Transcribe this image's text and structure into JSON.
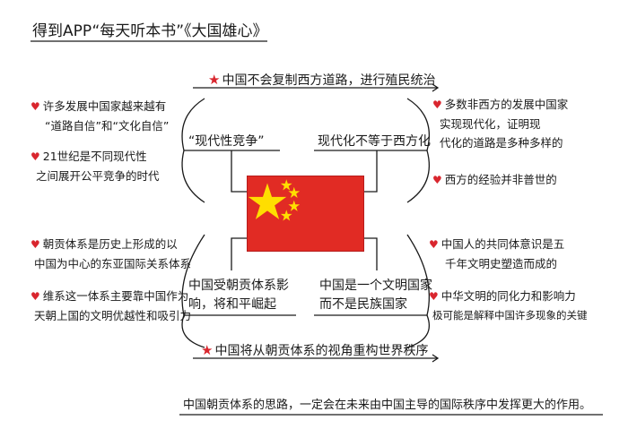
{
  "title": "得到APP“每天听本书”《大国雄心》",
  "top_banner": "中国不会复制西方道路，进行殖民统治",
  "bottom_banner": "中国将从朝贡体系的视角重构世界秩序",
  "hubs": {
    "top_left": "“现代性竞争”",
    "top_right": "现代化不等于西方化",
    "bottom_left": [
      "中国受朝贡体系影",
      "响，将和平崛起"
    ],
    "bottom_right": [
      "中国是一个文明国家",
      "而不是民族国家"
    ]
  },
  "left_top_notes": [
    [
      "许多发展中国家越来越有",
      "“道路自信”和“文化自信”"
    ],
    [
      "21世纪是不同现代性",
      "之间展开公平竞争的时代"
    ]
  ],
  "right_top_notes": [
    [
      "多数非西方的发展中国家",
      "实现现代化，证明现",
      "代化的道路是多种多样的"
    ],
    [
      "西方的经验并非普世的"
    ]
  ],
  "left_bottom_notes": [
    [
      "朝贡体系是历史上形成的以",
      "中国为中心的东亚国际关系体系"
    ],
    [
      "维系这一体系主要靠中国作为",
      "天朝上国的文明优越性和吸引力"
    ]
  ],
  "right_bottom_notes": [
    [
      "中国人的共同体意识是五",
      "千年文明史塑造而成的"
    ],
    [
      "中华文明的同化力和影响力",
      "极可能是解释中国许多现象的关键"
    ]
  ],
  "bottom_note": "中国朝贡体系的思路，一定会在未来由中国主导的国际秩序中发挥更大的作用。",
  "colors": {
    "accent": "#d9262e",
    "ink": "#1a1a1a",
    "flag": "#e12b24",
    "star": "#ffde00"
  },
  "icons": {
    "bullet": "heart-icon",
    "banner": "star-icon"
  }
}
